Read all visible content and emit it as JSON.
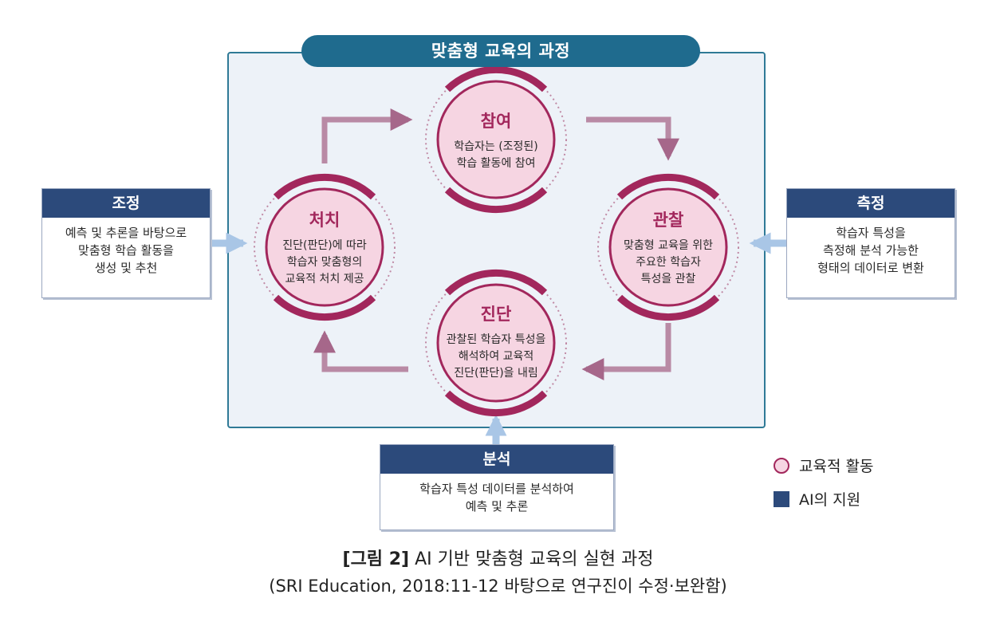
{
  "process": {
    "title": "맞춤형 교육의 과정"
  },
  "activities": {
    "participation": {
      "title": "참여",
      "desc": "학습자는 (조정된)\n학습 활동에 참여"
    },
    "observation": {
      "title": "관찰",
      "desc": "맞춤형 교육을 위한\n주요한 학습자\n특성을 관찰"
    },
    "diagnosis": {
      "title": "진단",
      "desc": "관찰된 학습자 특성을\n해석하여 교육적\n진단(판단)을 내림"
    },
    "treatment": {
      "title": "처치",
      "desc": "진단(판단)에 따라\n학습자 맞춤형의\n교육적 처치 제공"
    }
  },
  "ai_support": {
    "adjust": {
      "title": "조정",
      "desc": "예측 및 추론을 바탕으로\n맞춤형 학습 활동을\n생성 및 추천"
    },
    "measure": {
      "title": "측정",
      "desc": "학습자 특성을\n측정해 분석 가능한\n형태의 데이터로 변환"
    },
    "analysis": {
      "title": "분석",
      "desc": "학습자 특성 데이터를 분석하여\n예측 및 추론"
    }
  },
  "legend": {
    "activity": "교육적 활동",
    "ai": "AI의 지원"
  },
  "caption": {
    "label": "[그림 2]",
    "title": "AI 기반 맞춤형 교육의 실현 과정",
    "source": "(SRI Education, 2018:11-12 바탕으로 연구진이 수정·보완함)"
  },
  "colors": {
    "activity_ring": "#a2275c",
    "activity_fill": "#f6d5e2",
    "ai_header": "#2c4a7b",
    "process_header": "#1f6b8e",
    "process_border": "#2f7a96",
    "flow_arrow": "#a6678a",
    "input_arrow": "#a9c6e6"
  }
}
